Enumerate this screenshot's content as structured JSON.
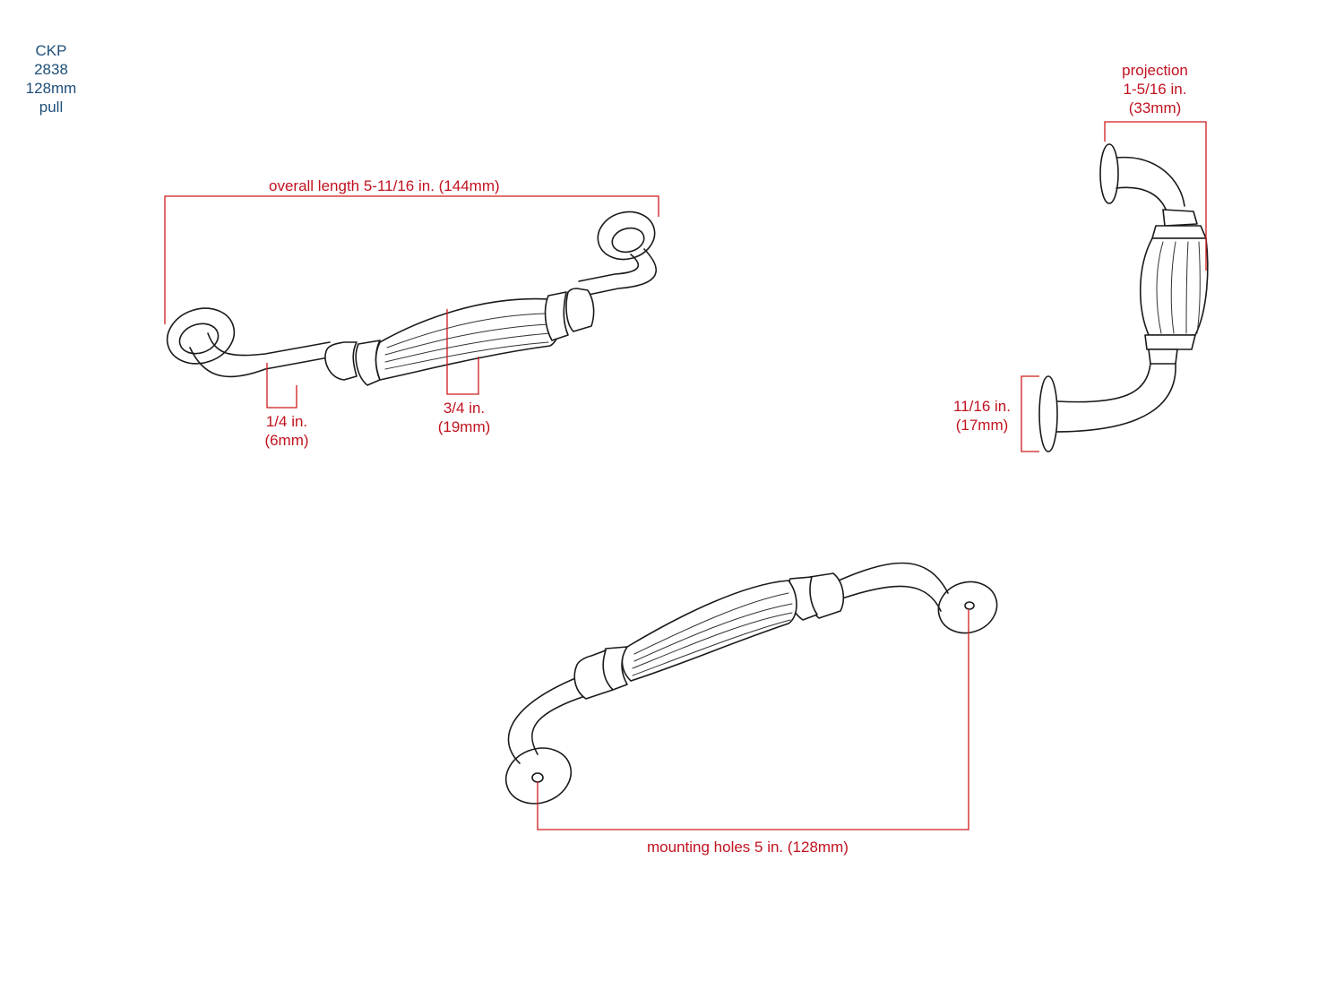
{
  "model": {
    "brand": "CKP",
    "number": "2838",
    "size": "128mm",
    "type": "pull"
  },
  "dimensions": {
    "overall_length": "overall length 5-11/16 in. (144mm)",
    "bar_diameter": {
      "in": "1/4 in.",
      "mm": "(6mm)"
    },
    "grip_diameter": {
      "in": "3/4 in.",
      "mm": "(19mm)"
    },
    "projection": {
      "label": "projection",
      "in": "1-5/16 in.",
      "mm": "(33mm)"
    },
    "base_diameter": {
      "in": "11/16 in.",
      "mm": "(17mm)"
    },
    "mounting_holes": "mounting holes 5 in. (128mm)"
  },
  "colors": {
    "dimension_red": "#c1121f",
    "model_blue": "#1f4e79",
    "line_ink": "#1a1a1a"
  }
}
